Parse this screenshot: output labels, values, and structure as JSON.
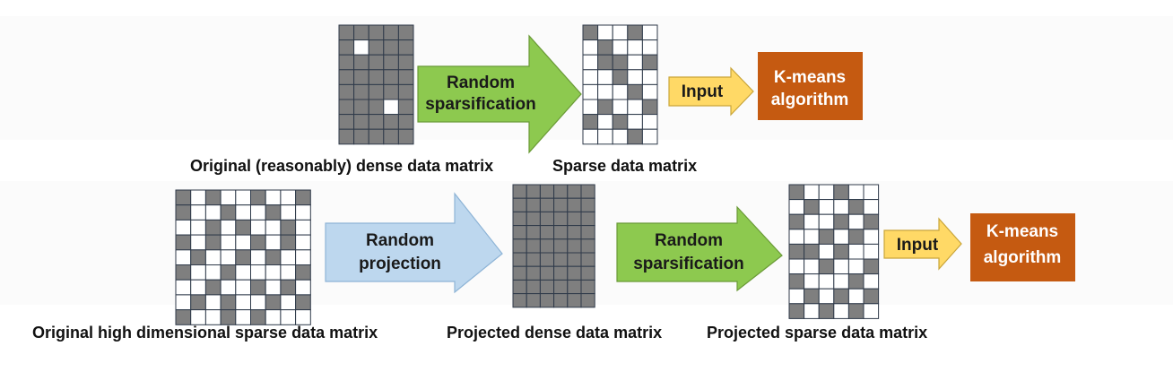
{
  "colors": {
    "cell_filled": "#7f7f7f",
    "cell_empty": "#ffffff",
    "grid_line": "#2f3a4a",
    "sparsify_arrow": "#8dc94f",
    "sparsify_arrow_stroke": "#6a9a37",
    "projection_arrow": "#bdd7ee",
    "projection_arrow_stroke": "#8eb4d6",
    "input_arrow": "#ffd966",
    "input_arrow_stroke": "#c9a53a",
    "kmeans_box": "#c55a11",
    "kmeans_text": "#ffffff"
  },
  "row1": {
    "dense_matrix": {
      "caption": "Original (reasonably) dense data matrix",
      "rows": 8,
      "cols": 5,
      "empty_cells": [
        [
          1,
          1
        ],
        [
          5,
          3
        ]
      ]
    },
    "sparsify_arrow": {
      "line1": "Random",
      "line2": "sparsification"
    },
    "sparse_matrix": {
      "caption": "Sparse data matrix",
      "rows": 8,
      "cols": 5,
      "filled_cells": [
        [
          0,
          0
        ],
        [
          0,
          3
        ],
        [
          1,
          1
        ],
        [
          2,
          1
        ],
        [
          2,
          2
        ],
        [
          2,
          4
        ],
        [
          3,
          2
        ],
        [
          4,
          3
        ],
        [
          5,
          1
        ],
        [
          5,
          4
        ],
        [
          6,
          0
        ],
        [
          6,
          2
        ],
        [
          7,
          3
        ]
      ]
    },
    "input_arrow": {
      "label": "Input"
    },
    "kmeans": {
      "line1": "K-means",
      "line2": "algorithm"
    }
  },
  "row2": {
    "sparse_matrix": {
      "caption": "Original high dimensional sparse data matrix",
      "rows": 9,
      "cols": 9,
      "filled_cells": [
        [
          0,
          0
        ],
        [
          0,
          2
        ],
        [
          0,
          5
        ],
        [
          0,
          8
        ],
        [
          1,
          0
        ],
        [
          1,
          3
        ],
        [
          1,
          6
        ],
        [
          2,
          2
        ],
        [
          2,
          4
        ],
        [
          2,
          7
        ],
        [
          3,
          0
        ],
        [
          3,
          2
        ],
        [
          3,
          5
        ],
        [
          3,
          7
        ],
        [
          4,
          1
        ],
        [
          4,
          4
        ],
        [
          4,
          6
        ],
        [
          5,
          0
        ],
        [
          5,
          3
        ],
        [
          5,
          8
        ],
        [
          6,
          2
        ],
        [
          6,
          5
        ],
        [
          6,
          7
        ],
        [
          7,
          1
        ],
        [
          7,
          3
        ],
        [
          7,
          6
        ],
        [
          7,
          8
        ],
        [
          8,
          0
        ],
        [
          8,
          3
        ],
        [
          8,
          5
        ]
      ]
    },
    "projection_arrow": {
      "line1": "Random",
      "line2": "projection"
    },
    "dense_matrix": {
      "caption": "Projected dense data matrix",
      "rows": 9,
      "cols": 6,
      "empty_cells": []
    },
    "sparsify_arrow": {
      "line1": "Random",
      "line2": "sparsification"
    },
    "projected_sparse_matrix": {
      "caption": "Projected sparse data matrix",
      "rows": 9,
      "cols": 6,
      "filled_cells": [
        [
          0,
          0
        ],
        [
          0,
          3
        ],
        [
          1,
          1
        ],
        [
          1,
          4
        ],
        [
          2,
          0
        ],
        [
          2,
          3
        ],
        [
          2,
          5
        ],
        [
          3,
          2
        ],
        [
          3,
          4
        ],
        [
          4,
          0
        ],
        [
          4,
          1
        ],
        [
          4,
          3
        ],
        [
          5,
          2
        ],
        [
          5,
          5
        ],
        [
          6,
          0
        ],
        [
          6,
          4
        ],
        [
          7,
          1
        ],
        [
          7,
          3
        ],
        [
          7,
          5
        ],
        [
          8,
          0
        ],
        [
          8,
          2
        ],
        [
          8,
          4
        ]
      ]
    },
    "input_arrow": {
      "label": "Input"
    },
    "kmeans": {
      "line1": "K-means",
      "line2": "algorithm"
    }
  }
}
